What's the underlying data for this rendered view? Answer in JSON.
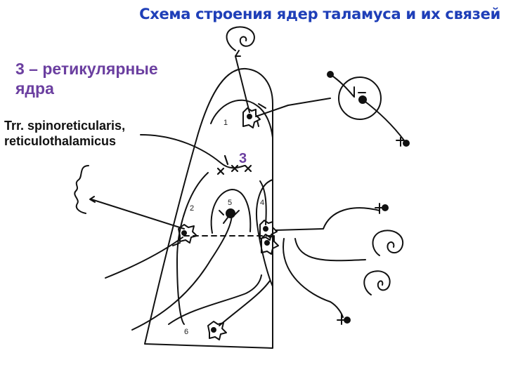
{
  "title": "Схема строения ядер таламуса и их связей",
  "subtitle_line1": "3 – ретикулярные",
  "subtitle_line2": "ядра",
  "tract_line1": "Trr. spinoreticularis,",
  "tract_line2": "reticulothalamicus",
  "labels": {
    "n1": "1",
    "n2": "2",
    "n3": "3",
    "n4": "4",
    "n5": "5",
    "n6": "6"
  },
  "colors": {
    "title": "#1f3fb8",
    "subtitle": "#6b3fa0",
    "line": "#111111"
  }
}
